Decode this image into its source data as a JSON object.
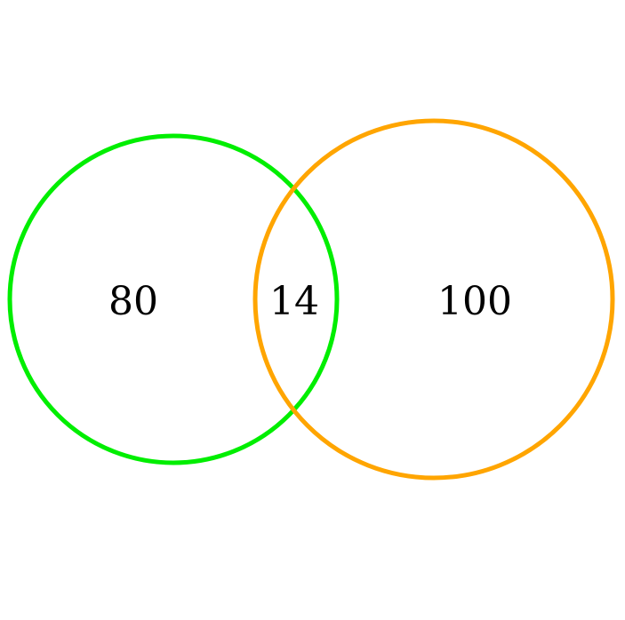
{
  "diagram": {
    "type": "venn",
    "sets": [
      {
        "id": "left",
        "color": "#00ee00"
      },
      {
        "id": "right",
        "color": "#ffa500"
      }
    ],
    "regions": {
      "left_only": "80",
      "intersection": "14",
      "right_only": "100"
    }
  }
}
